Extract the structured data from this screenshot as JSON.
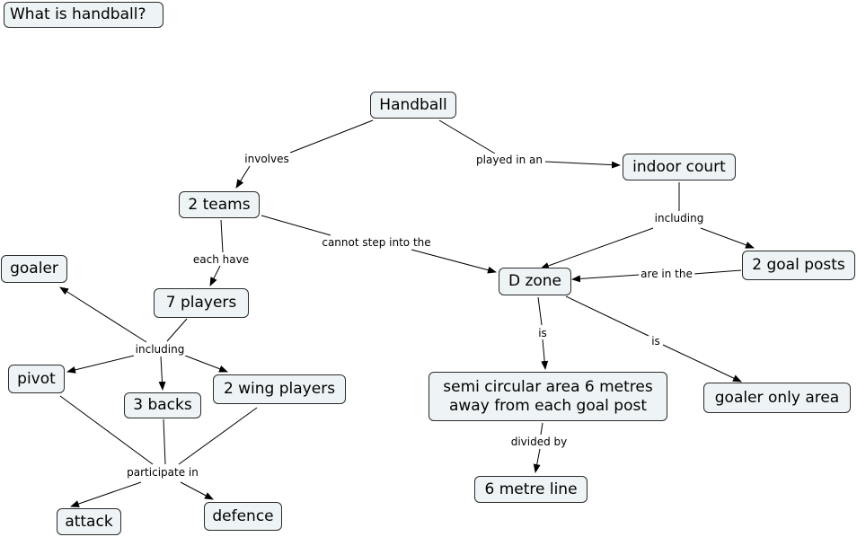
{
  "map": {
    "title": "What is handball?",
    "concepts": {
      "handball": "Handball",
      "indoor_court": "indoor court",
      "two_teams": "2 teams",
      "seven_players": "7 players",
      "d_zone": "D zone",
      "two_goal_posts": "2 goal posts",
      "goaler": "goaler",
      "pivot": "pivot",
      "three_backs": "3 backs",
      "two_wing_players": "2 wing players",
      "semi_circular_area": "semi circular area 6 metres\naway from each goal post",
      "goaler_only_area": "goaler only area",
      "six_metre_line": "6 metre line",
      "attack": "attack",
      "defence": "defence"
    },
    "links": {
      "involves": "involves",
      "played_in_an": "played in an",
      "including_court": "including",
      "cannot_step_into_the": "cannot step into the",
      "each_have": "each have",
      "are_in_the": "are in the",
      "including_players": "including",
      "is_semi": "is",
      "is_goaler": "is",
      "divided_by": "divided by",
      "participate_in": "participate in"
    }
  }
}
